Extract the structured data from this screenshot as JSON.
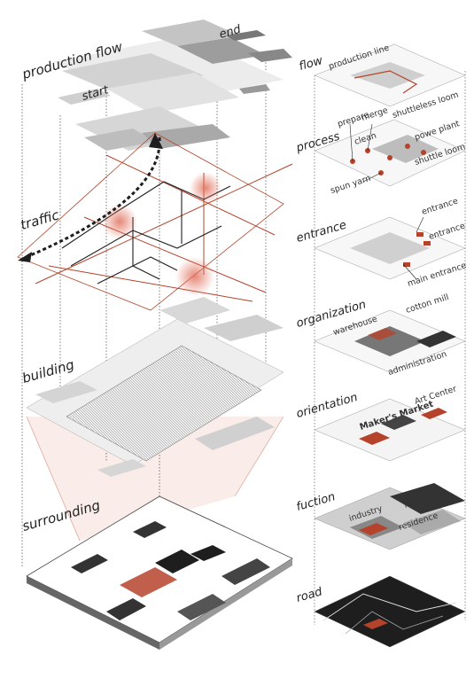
{
  "left_layers": {
    "production_flow": "production flow",
    "start": "start",
    "end": "end",
    "traffic": "traffic",
    "building": "building",
    "surrounding": "surrounding"
  },
  "right_layers": {
    "flow": {
      "title": "flow",
      "labels": [
        "production line"
      ]
    },
    "process": {
      "title": "process",
      "labels": [
        "prepare",
        "merge",
        "shuttleless loom",
        "clean",
        "powe plant",
        "shuttle loom",
        "spun yarn"
      ]
    },
    "entrance": {
      "title": "entrance",
      "labels": [
        "entrance",
        "entrance",
        "main entrance"
      ]
    },
    "organization": {
      "title": "organization",
      "labels": [
        "cotton mill",
        "warehouse",
        "administration"
      ]
    },
    "orientation": {
      "title": "orientation",
      "labels": [
        "Art Center",
        "Maker's Market"
      ]
    },
    "fuction": {
      "title": "fuction",
      "labels": [
        "facity",
        "industry",
        "residence"
      ]
    },
    "road": {
      "title": "road",
      "labels": []
    }
  },
  "colors": {
    "accent": "#b5432b",
    "accent_light": "#e8a08f",
    "dark": "#1e1e1e",
    "grey": "#bdbdbd"
  }
}
